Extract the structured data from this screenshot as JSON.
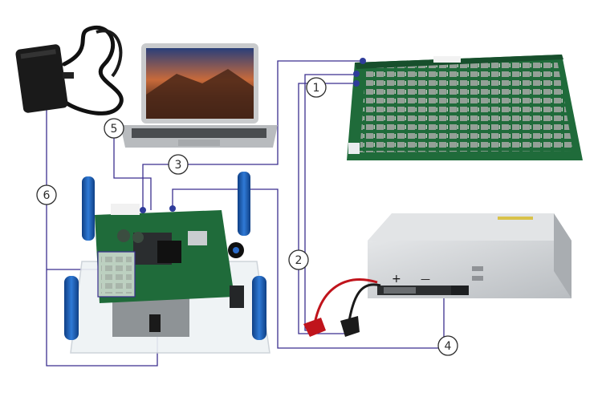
{
  "colors": {
    "wire": "#3b2f8f",
    "callout_stroke": "#2b2b2b",
    "pcb_green": "#1f6b3a",
    "pcb_dark": "#174f2c",
    "chip": "#9aa39c",
    "psu_body": "#cfd2d5",
    "blue_post": "#1b5fb8",
    "red_lead": "#c0141c"
  },
  "icons": {
    "adapter": "power-adapter-icon",
    "laptop": "laptop-icon",
    "hashboard": "hashboard-icon",
    "psu": "power-supply-icon",
    "controller": "test-fixture-icon"
  },
  "callouts": [
    {
      "label": "1"
    },
    {
      "label": "2"
    },
    {
      "label": "3"
    },
    {
      "label": "4"
    },
    {
      "label": "5"
    },
    {
      "label": "6"
    }
  ],
  "psu": {
    "plus_sign": "+",
    "minus_sign": "—"
  },
  "hashboard": {
    "serial_tag": ""
  }
}
